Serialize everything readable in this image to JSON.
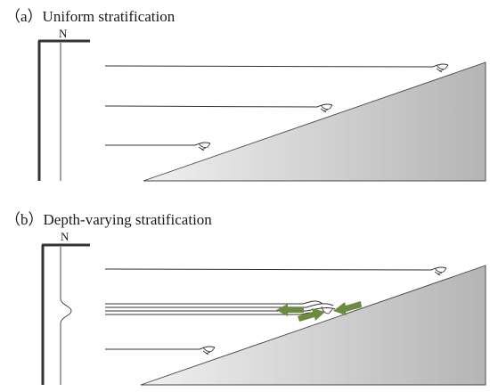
{
  "panel_a": {
    "title": "（a）Uniform stratification",
    "axis_label": "N"
  },
  "panel_b": {
    "title": "（b）Depth-varying stratification",
    "axis_label": "N"
  },
  "colors": {
    "slope_fill_start": "#f2f2f2",
    "slope_fill_end": "#b8b8b8",
    "arrow": "#6b8c3e",
    "line": "#333333"
  }
}
